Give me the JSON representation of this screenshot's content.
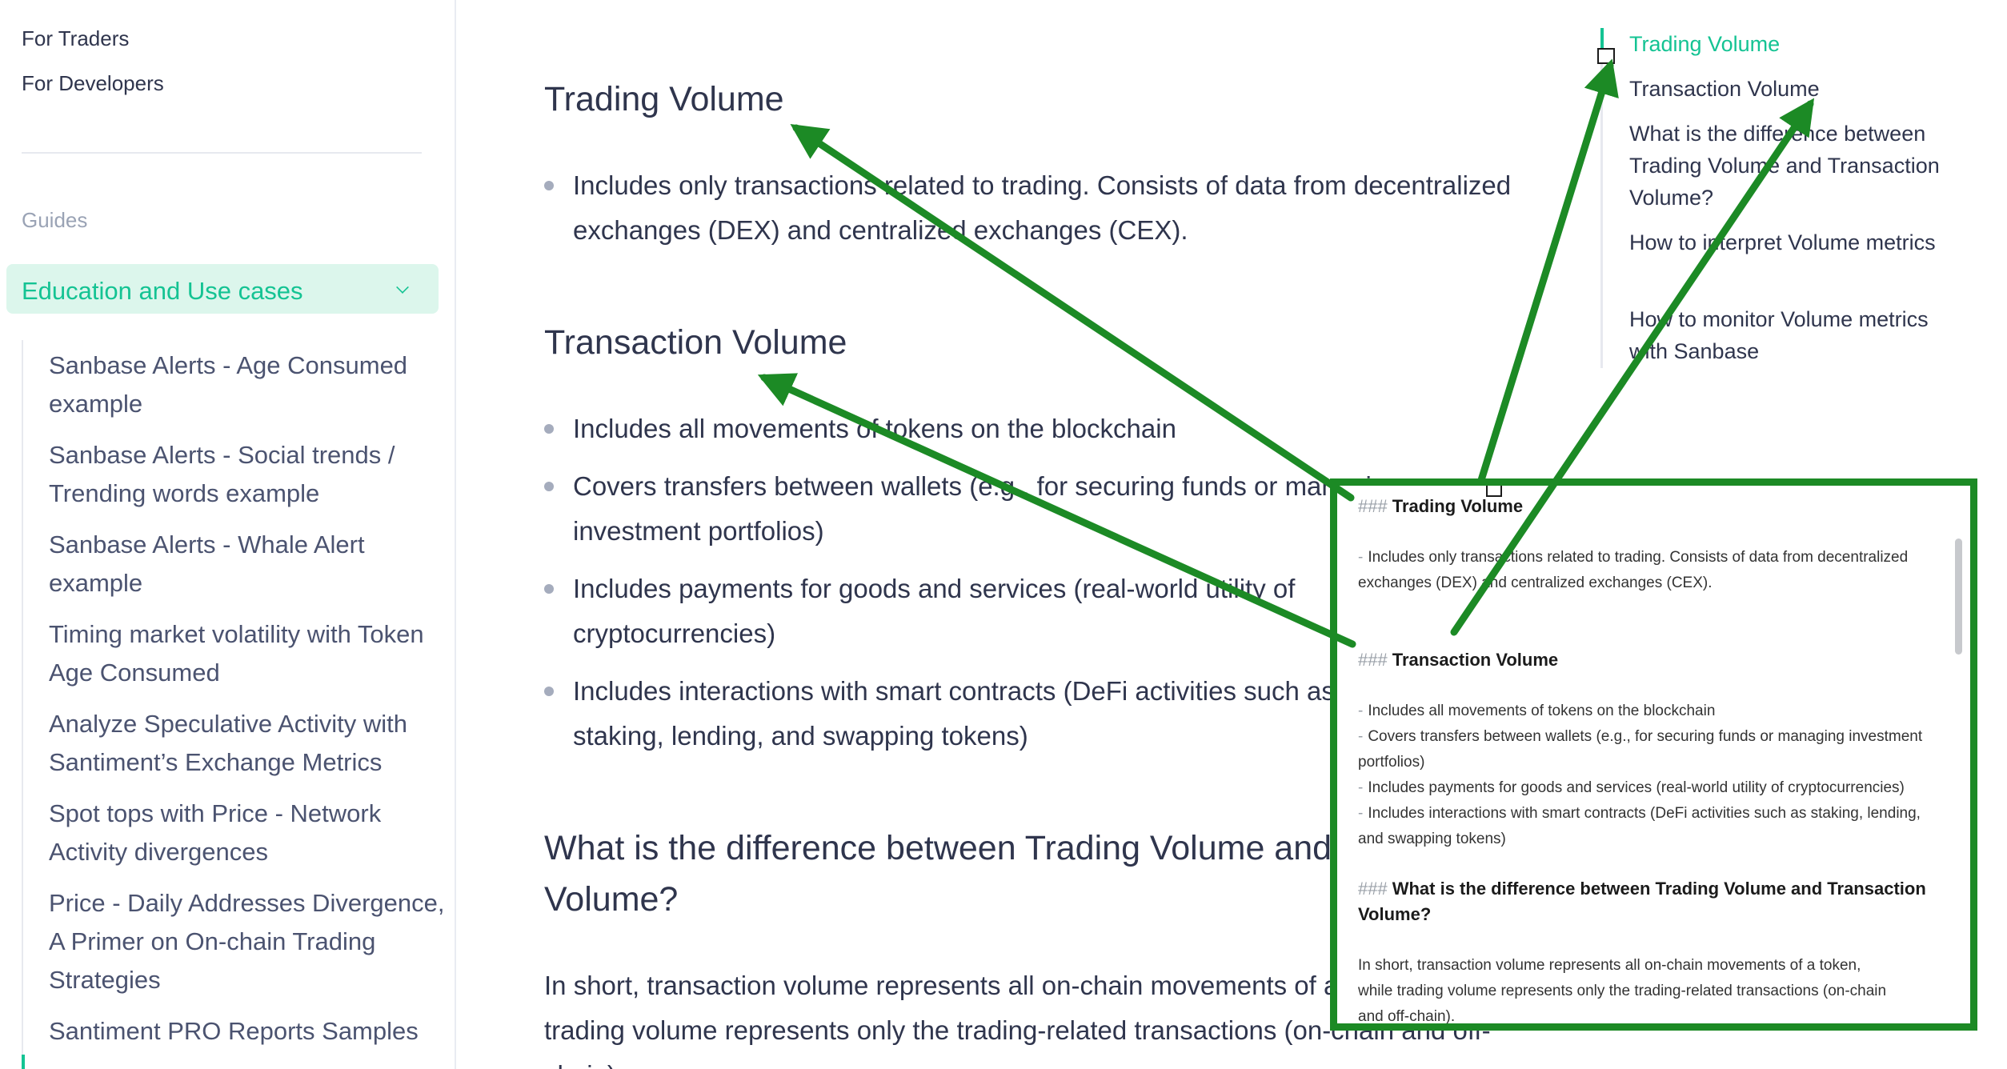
{
  "sidebar": {
    "top_links": [
      "For Traders",
      "For Developers"
    ],
    "guides_label": "Guides",
    "active_section": "Education and Use cases",
    "sub_items": [
      "Sanbase Alerts - Age Consumed example",
      "Sanbase Alerts - Social trends / Trending words example",
      "Sanbase Alerts - Whale Alert example",
      "Timing market volatility with Token Age Consumed",
      "Analyze Speculative Activity with Santiment’s Exchange Metrics",
      "Spot tops with Price - Network Activity divergences",
      "Price - Daily Addresses Divergence, A Primer on On-chain Trading Strategies",
      "Santiment PRO Reports Samples"
    ]
  },
  "main": {
    "trading_title": "Trading Volume",
    "trading_bullets": [
      "Includes only transactions related to trading. Consists of data from decentralized exchanges (DEX) and centralized exchanges (CEX)."
    ],
    "transaction_title": "Transaction Volume",
    "transaction_bullets": [
      "Includes all movements of tokens on the blockchain",
      "Covers transfers between wallets (e.g., for securing funds or managing investment portfolios)",
      "Includes payments for goods and services (real-world utility of cryptocurrencies)",
      "Includes interactions with smart contracts (DeFi activities such as staking, lending, and swapping tokens)"
    ],
    "difference_title": "What is the difference between Trading Volume and Transaction Volume?",
    "difference_para": "In short, transaction volume represents all on-chain movements of a token, while trading volume represents only the trading-related transactions (on-chain and off-chain)."
  },
  "toc": {
    "items": [
      "Trading Volume",
      "Transaction Volume",
      "What is the difference between Trading Volume and Transaction Volume?",
      "How to interpret Volume metrics",
      "How to monitor Volume metrics with Sanbase"
    ]
  },
  "markdown_panel": {
    "hash": "###",
    "dash": "-",
    "h_trading": "Trading Volume",
    "l_trading_1": "Includes only transactions related to trading. Consists of data from decentralized",
    "l_trading_2": "exchanges (DEX) and centralized exchanges (CEX).",
    "h_transaction": "Transaction Volume",
    "l_tx_1": "Includes all movements of tokens on the blockchain",
    "l_tx_2": "Covers transfers between wallets (e.g., for securing funds or managing investment",
    "l_tx_2b": "portfolios)",
    "l_tx_3": "Includes payments for goods and services (real-world utility of cryptocurrencies)",
    "l_tx_4": "Includes interactions with smart contracts (DeFi activities such as staking, lending,",
    "l_tx_4b": "and swapping tokens)",
    "h_diff_1": "What is the difference between Trading Volume and Transaction",
    "h_diff_2": "Volume?",
    "p_1": "In short, transaction volume represents all on-chain movements of a token,",
    "p_2": "while trading volume represents only the trading-related transactions (on-chain",
    "p_3": "and off-chain)."
  },
  "colors": {
    "accent": "#14c393",
    "arrow": "#1c8a25",
    "text": "#2f354d"
  }
}
